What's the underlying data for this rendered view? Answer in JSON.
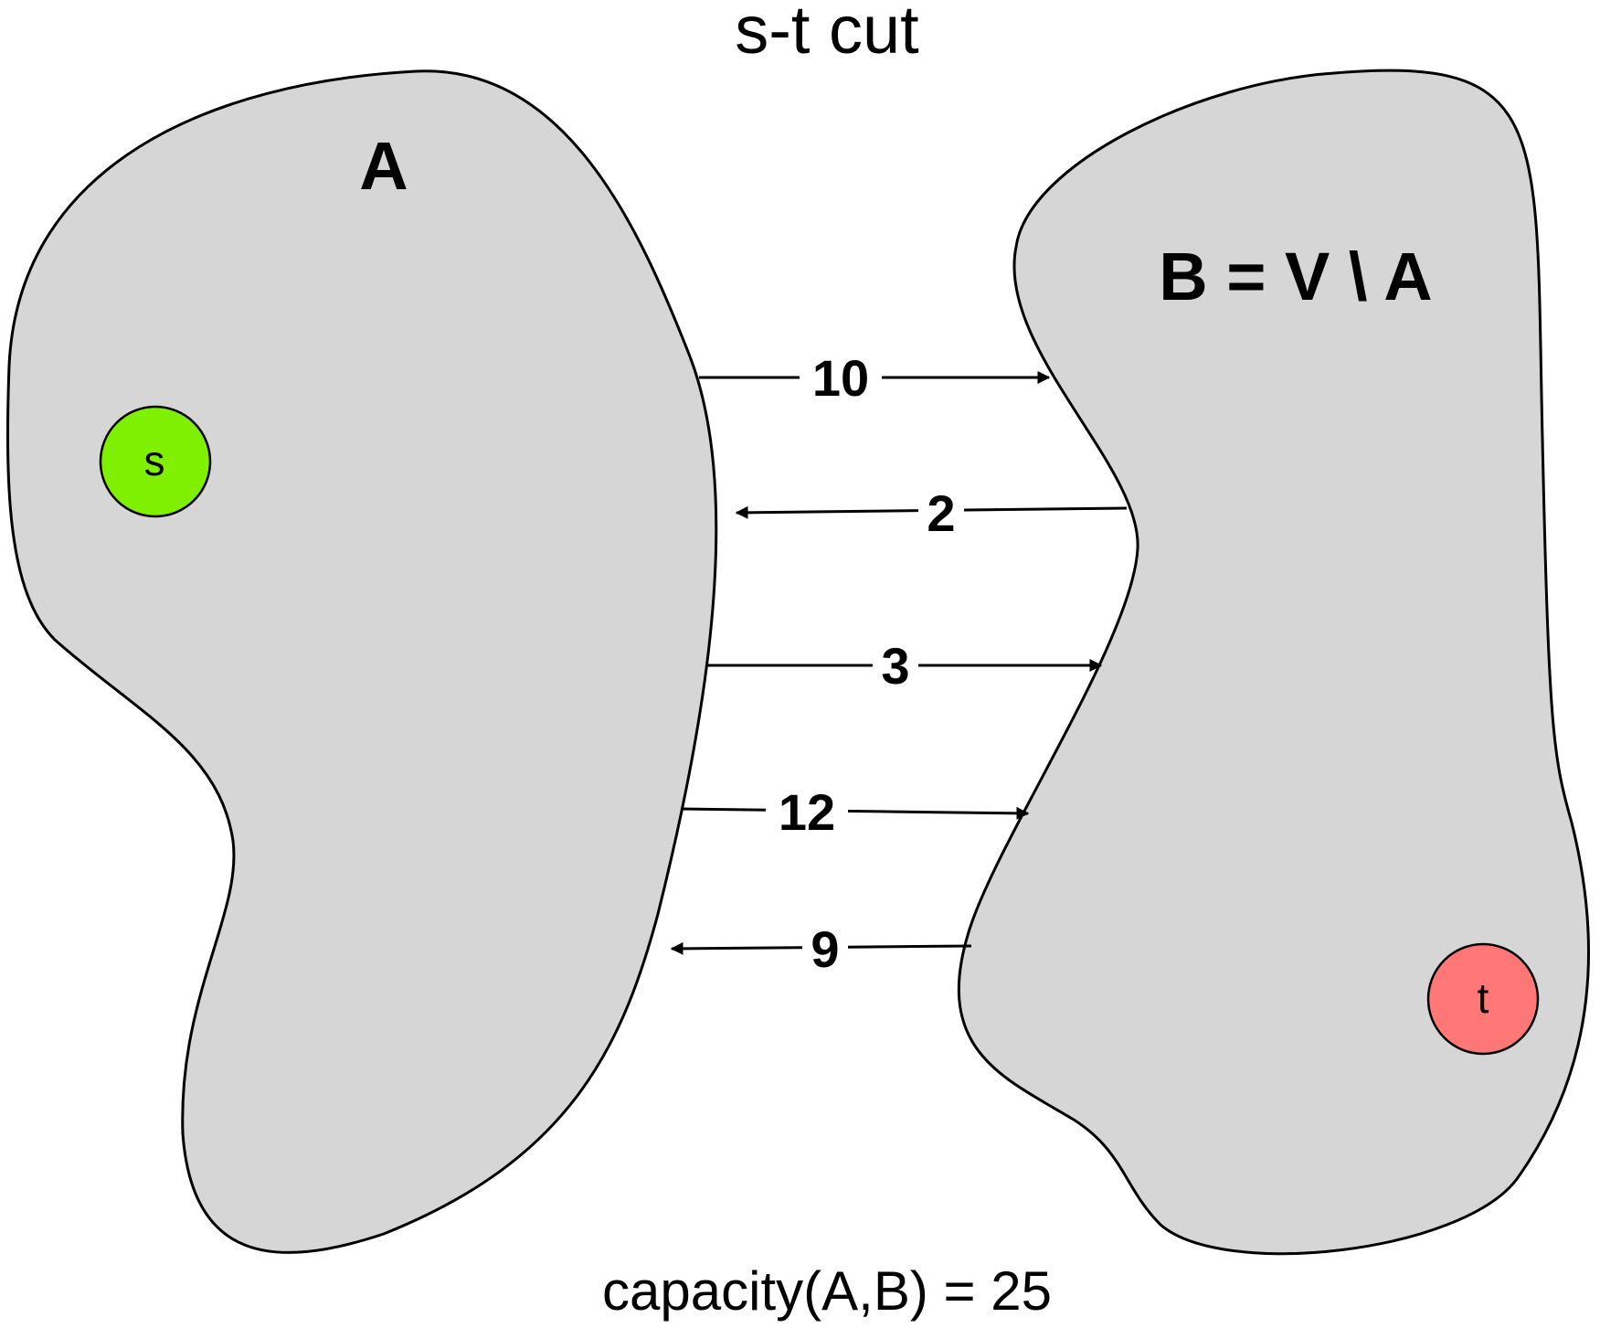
{
  "title": "s-t cut",
  "sets": {
    "A": {
      "label": "A"
    },
    "B": {
      "label": "B = V \\ A"
    }
  },
  "nodes": {
    "s": {
      "label": "s",
      "color": "#7ff000"
    },
    "t": {
      "label": "t",
      "color": "#ff7777"
    }
  },
  "edges": [
    {
      "capacity": "10",
      "direction": "A→B"
    },
    {
      "capacity": "2",
      "direction": "B→A"
    },
    {
      "capacity": "3",
      "direction": "A→B"
    },
    {
      "capacity": "12",
      "direction": "A→B"
    },
    {
      "capacity": "9",
      "direction": "B→A"
    }
  ],
  "caption": "capacity(A,B) = 25",
  "colors": {
    "region_fill": "#d6d6d6",
    "outline": "#000000"
  }
}
